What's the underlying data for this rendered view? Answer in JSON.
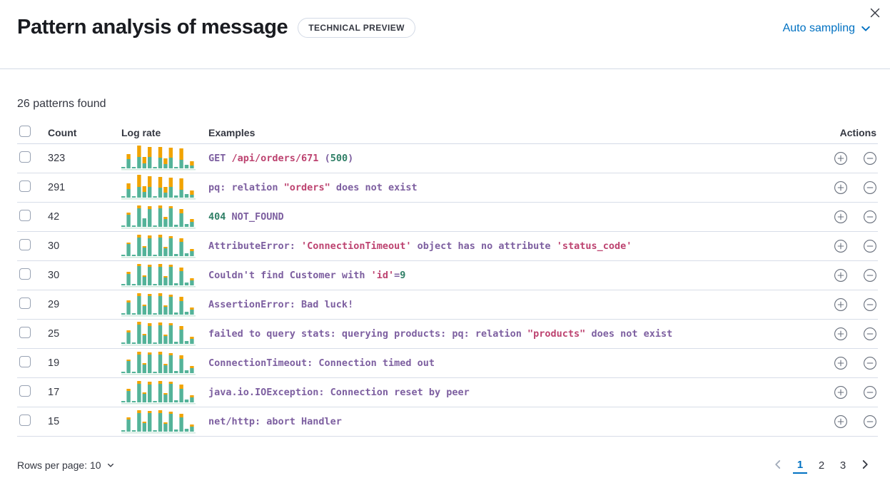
{
  "header": {
    "title": "Pattern analysis of message",
    "badge": "TECHNICAL PREVIEW",
    "sampling_label": "Auto sampling"
  },
  "summary": {
    "patterns_found": "26 patterns found"
  },
  "table": {
    "columns": {
      "count": "Count",
      "log_rate": "Log rate",
      "examples": "Examples",
      "actions": "Actions"
    },
    "rows": [
      {
        "count": "323",
        "bars": [
          [
            2,
            0
          ],
          [
            13,
            7
          ],
          [
            2,
            0
          ],
          [
            16,
            16
          ],
          [
            7,
            9
          ],
          [
            16,
            14
          ],
          [
            2,
            0
          ],
          [
            15,
            15
          ],
          [
            6,
            8
          ],
          [
            15,
            14
          ],
          [
            2,
            0
          ],
          [
            12,
            16
          ],
          [
            5,
            0
          ],
          [
            4,
            6
          ]
        ],
        "example": [
          {
            "text": "GET ",
            "color": "purple"
          },
          {
            "text": "/api/orders/671",
            "color": "red"
          },
          {
            "text": " (",
            "color": "purple"
          },
          {
            "text": "500",
            "color": "green"
          },
          {
            "text": ")",
            "color": "purple"
          }
        ]
      },
      {
        "count": "291",
        "bars": [
          [
            2,
            0
          ],
          [
            12,
            8
          ],
          [
            2,
            0
          ],
          [
            15,
            17
          ],
          [
            8,
            8
          ],
          [
            15,
            15
          ],
          [
            2,
            0
          ],
          [
            14,
            15
          ],
          [
            7,
            8
          ],
          [
            15,
            13
          ],
          [
            3,
            0
          ],
          [
            11,
            16
          ],
          [
            5,
            0
          ],
          [
            4,
            6
          ]
        ],
        "example": [
          {
            "text": "pq: relation ",
            "color": "purple"
          },
          {
            "text": "\"orders\"",
            "color": "red"
          },
          {
            "text": " does not exist",
            "color": "purple"
          }
        ]
      },
      {
        "count": "42",
        "bars": [
          [
            2,
            0
          ],
          [
            17,
            3
          ],
          [
            2,
            0
          ],
          [
            26,
            4
          ],
          [
            12,
            0
          ],
          [
            25,
            4
          ],
          [
            2,
            0
          ],
          [
            26,
            4
          ],
          [
            11,
            3
          ],
          [
            26,
            3
          ],
          [
            3,
            0
          ],
          [
            19,
            6
          ],
          [
            4,
            0
          ],
          [
            7,
            4
          ]
        ],
        "example": [
          {
            "text": "404",
            "color": "green"
          },
          {
            "text": " NOT_FOUND",
            "color": "purple"
          }
        ]
      },
      {
        "count": "30",
        "bars": [
          [
            2,
            0
          ],
          [
            17,
            2
          ],
          [
            2,
            0
          ],
          [
            26,
            4
          ],
          [
            12,
            2
          ],
          [
            25,
            4
          ],
          [
            2,
            0
          ],
          [
            26,
            4
          ],
          [
            11,
            2
          ],
          [
            25,
            3
          ],
          [
            3,
            0
          ],
          [
            20,
            5
          ],
          [
            4,
            0
          ],
          [
            7,
            3
          ]
        ],
        "example": [
          {
            "text": "AttributeError: ",
            "color": "purple"
          },
          {
            "text": "'ConnectionTimeout'",
            "color": "red"
          },
          {
            "text": " object has no attribute ",
            "color": "purple"
          },
          {
            "text": "'status_code'",
            "color": "red"
          }
        ]
      },
      {
        "count": "30",
        "bars": [
          [
            2,
            0
          ],
          [
            16,
            3
          ],
          [
            2,
            0
          ],
          [
            27,
            3
          ],
          [
            12,
            2
          ],
          [
            26,
            3
          ],
          [
            2,
            0
          ],
          [
            26,
            4
          ],
          [
            11,
            2
          ],
          [
            26,
            3
          ],
          [
            3,
            0
          ],
          [
            20,
            5
          ],
          [
            4,
            0
          ],
          [
            7,
            3
          ]
        ],
        "example": [
          {
            "text": "Couldn't find Customer with ",
            "color": "purple"
          },
          {
            "text": "'id'",
            "color": "red"
          },
          {
            "text": "=",
            "color": "purple"
          },
          {
            "text": "9",
            "color": "green"
          }
        ]
      },
      {
        "count": "29",
        "bars": [
          [
            2,
            0
          ],
          [
            17,
            3
          ],
          [
            2,
            0
          ],
          [
            26,
            4
          ],
          [
            12,
            2
          ],
          [
            26,
            3
          ],
          [
            2,
            0
          ],
          [
            26,
            4
          ],
          [
            11,
            2
          ],
          [
            25,
            3
          ],
          [
            3,
            0
          ],
          [
            19,
            6
          ],
          [
            4,
            0
          ],
          [
            7,
            3
          ]
        ],
        "example": [
          {
            "text": "AssertionError: Bad luck!",
            "color": "purple"
          }
        ]
      },
      {
        "count": "25",
        "bars": [
          [
            2,
            0
          ],
          [
            16,
            3
          ],
          [
            2,
            0
          ],
          [
            27,
            4
          ],
          [
            12,
            2
          ],
          [
            25,
            4
          ],
          [
            2,
            0
          ],
          [
            26,
            4
          ],
          [
            11,
            2
          ],
          [
            26,
            3
          ],
          [
            3,
            0
          ],
          [
            20,
            5
          ],
          [
            4,
            0
          ],
          [
            7,
            3
          ]
        ],
        "example": [
          {
            "text": "failed to query stats: querying products: pq: relation ",
            "color": "purple"
          },
          {
            "text": "\"products\"",
            "color": "red"
          },
          {
            "text": " does not exist",
            "color": "purple"
          }
        ]
      },
      {
        "count": "19",
        "bars": [
          [
            2,
            0
          ],
          [
            17,
            2
          ],
          [
            2,
            0
          ],
          [
            26,
            4
          ],
          [
            12,
            2
          ],
          [
            26,
            3
          ],
          [
            2,
            0
          ],
          [
            26,
            4
          ],
          [
            11,
            2
          ],
          [
            25,
            3
          ],
          [
            3,
            0
          ],
          [
            20,
            5
          ],
          [
            4,
            0
          ],
          [
            7,
            3
          ]
        ],
        "example": [
          {
            "text": "ConnectionTimeout: Connection timed out",
            "color": "purple"
          }
        ]
      },
      {
        "count": "17",
        "bars": [
          [
            2,
            0
          ],
          [
            16,
            3
          ],
          [
            2,
            0
          ],
          [
            26,
            4
          ],
          [
            12,
            2
          ],
          [
            25,
            4
          ],
          [
            2,
            0
          ],
          [
            26,
            4
          ],
          [
            11,
            2
          ],
          [
            26,
            3
          ],
          [
            3,
            0
          ],
          [
            19,
            6
          ],
          [
            4,
            0
          ],
          [
            7,
            3
          ]
        ],
        "example": [
          {
            "text": "java.io.IOException: Connection reset by peer",
            "color": "purple"
          }
        ]
      },
      {
        "count": "15",
        "bars": [
          [
            2,
            0
          ],
          [
            17,
            3
          ],
          [
            2,
            0
          ],
          [
            26,
            4
          ],
          [
            12,
            2
          ],
          [
            26,
            3
          ],
          [
            2,
            0
          ],
          [
            26,
            4
          ],
          [
            11,
            2
          ],
          [
            25,
            3
          ],
          [
            3,
            0
          ],
          [
            20,
            5
          ],
          [
            4,
            0
          ],
          [
            7,
            3
          ]
        ],
        "example": [
          {
            "text": "net/http: abort Handler",
            "color": "purple"
          }
        ]
      }
    ]
  },
  "footer": {
    "rows_per_page": "Rows per page: 10",
    "pagination": {
      "pages": [
        "1",
        "2",
        "3"
      ],
      "active_page": "1"
    }
  },
  "colors": {
    "accent_blue": "#0071c2",
    "bar_green": "#54b399",
    "bar_orange": "#f1a300",
    "bar_baseline": "#cfe8dd",
    "token_purple": "#7d5fa0",
    "token_red": "#bd4370",
    "token_green": "#2f7f66",
    "divider": "#d3dae6",
    "text": "#343741"
  }
}
